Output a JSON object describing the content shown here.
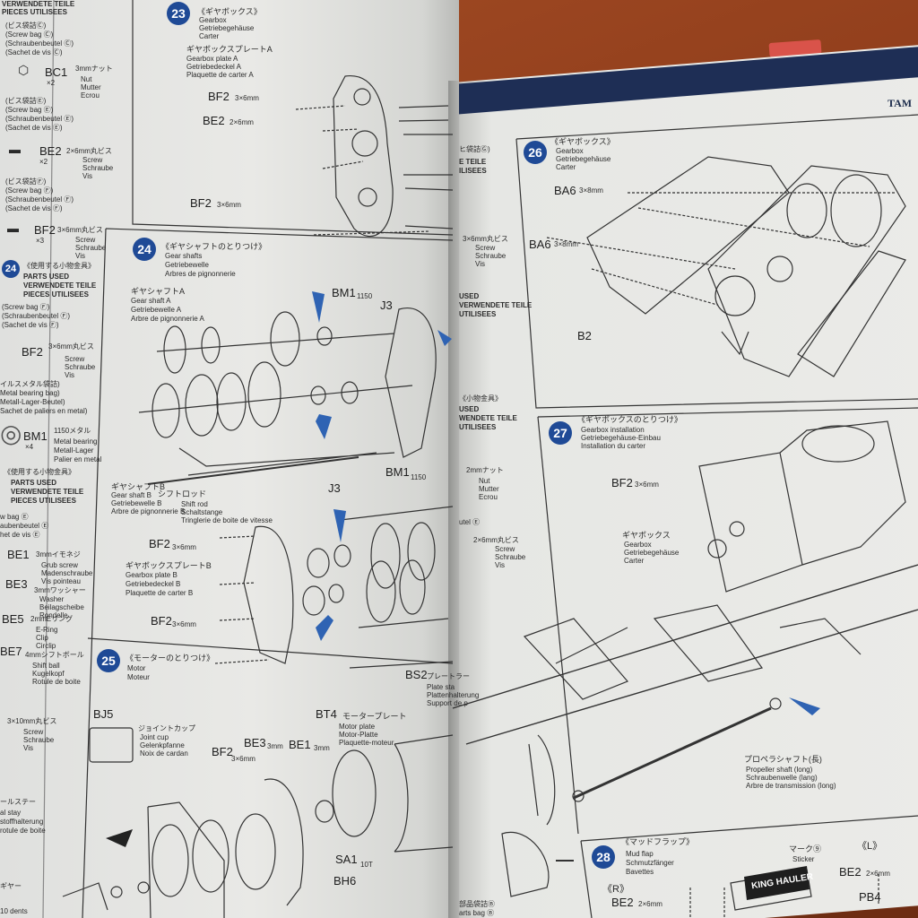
{
  "brand": "TAM",
  "steps": [
    {
      "num": "23",
      "jp": "《ギヤボックス》",
      "lines": [
        "Gearbox",
        "Getriebegehäuse",
        "Carter"
      ]
    },
    {
      "num": "24",
      "jp": "《ギヤシャフトのとりつけ》",
      "lines": [
        "Gear shafts",
        "Getriebewelle",
        "Arbres de pignonnerie"
      ]
    },
    {
      "num": "25",
      "jp": "《モーターのとりつけ》",
      "lines": [
        "Motor",
        "Moteur"
      ]
    },
    {
      "num": "26",
      "jp": "《ギヤボックス》",
      "lines": [
        "Gearbox",
        "Getriebegehäuse",
        "Carter"
      ]
    },
    {
      "num": "27",
      "jp": "《ギヤボックスのとりつけ》",
      "lines": [
        "Gearbox installation",
        "Getriebegehäuse-Einbau",
        "Installation du carter"
      ]
    },
    {
      "num": "28",
      "jp": "《マッドフラップ》",
      "lines": [
        "Mud flap",
        "Schmutzfänger",
        "Bavettes"
      ]
    }
  ],
  "left_column": {
    "header": [
      "VERWENDETE TEILE",
      "PIECES UTILISEES"
    ],
    "bags": [
      "(ビス袋詰Ⓒ)",
      "(Screw bag Ⓒ)",
      "(Schraubenbeutel Ⓒ)",
      "(Sachet de vis Ⓒ)"
    ],
    "bc1": {
      "code": "BC1",
      "qty": "×2",
      "jp": "3mmナット",
      "desc": [
        "Nut",
        "Mutter",
        "Ecrou"
      ]
    },
    "bags_e": [
      "(ビス袋詰Ⓔ)",
      "(Screw bag Ⓔ)",
      "(Schraubenbeutel Ⓔ)",
      "(Sachet de vis Ⓔ)"
    ],
    "be2": {
      "code": "BE2",
      "qty": "×2",
      "jp": "2×6mm丸ビス",
      "desc": [
        "Screw",
        "Schraube",
        "Vis"
      ]
    },
    "bags_f": [
      "(ビス袋詰Ⓕ)",
      "(Screw bag Ⓕ)",
      "(Schraubenbeutel Ⓕ)",
      "(Sachet de vis Ⓕ)"
    ],
    "bf2": {
      "code": "BF2",
      "qty": "×3",
      "jp": "3×6mm丸ビス",
      "desc": [
        "Screw",
        "Schraube",
        "Vis"
      ]
    },
    "parts_used": [
      "《使用する小物金具》",
      "PARTS USED",
      "VERWENDETE TEILE",
      "PIECES UTILISEES"
    ],
    "bm1": {
      "code": "BM1",
      "qty": "×4",
      "jp": "1150メタル",
      "desc": [
        "Metal bearing",
        "Metall-Lager",
        "Palier en metal"
      ]
    },
    "metal_bag": [
      "イルスメタル袋詰)",
      "Metal bearing bag)",
      "Metall-Lager-Beutel)",
      "Sachet de paliers en metal)"
    ],
    "parts_used2": [
      "《使用する小物金具》",
      "PARTS USED",
      "VERWENDETE TEILE",
      "PIECES UTILISEES"
    ],
    "bags2": [
      "w bag Ⓔ",
      "aubenbeutel Ⓔ",
      "het de vis Ⓔ"
    ],
    "be1": {
      "code": "BE1",
      "jp": "3mmイモネジ",
      "desc": [
        "Grub screw",
        "Madenschraube",
        "Vis pointeau"
      ]
    },
    "be3": {
      "code": "BE3",
      "jp": "3mmワッシャー",
      "desc": [
        "Washer",
        "Beilagscheibe",
        "Rondelle"
      ]
    },
    "be5": {
      "code": "BE5",
      "jp": "2mmEリング",
      "desc": [
        "E-Ring",
        "Clip",
        "Circlip"
      ]
    },
    "be7": {
      "code": "BE7",
      "jp": "4mmシフトボール",
      "desc": [
        "Shift ball",
        "Kugelkopf",
        "Rotule de boite"
      ]
    },
    "screw3": {
      "jp": "3×10mm丸ビス",
      "desc": [
        "Screw",
        "Schraube",
        "Vis"
      ]
    },
    "stay": [
      "ールステー",
      "al stay",
      "stoffhalterung",
      "rotule de boite"
    ],
    "gear": "ギヤー",
    "dents": "10 dents"
  },
  "step23": {
    "plate_jp": "ギヤボックスプレートA",
    "plate": [
      "Gearbox plate A",
      "Getriebedeckel A",
      "Plaquette de carter A"
    ],
    "bf2a": "BF2",
    "bf2a_size": "3×6mm",
    "be2": "BE2",
    "be2_size": "2×6mm",
    "bf2b": "BF2",
    "bf2b_size": "3×6mm"
  },
  "step24": {
    "shaftA_jp": "ギヤシャフトA",
    "shaftA": [
      "Gear shaft A",
      "Getriebewelle A",
      "Arbre de pignonnerie A"
    ],
    "bm1": "BM1",
    "bm1_sub": "1150",
    "j3": "J3",
    "shaftB_jp": "ギヤシャフトB",
    "shaftB": [
      "Gear shaft B",
      "Getriebewelle B",
      "Arbre de pignonnerie B"
    ],
    "rod_jp": "シフトロッド",
    "rod": [
      "Shift rod",
      "Schaltstange",
      "Tringlerie de boite de vitesse"
    ],
    "j3b": "J3",
    "bm1b": "BM1",
    "bm1b_sub": "1150",
    "bf2": "BF2",
    "bf2_size": "3×6mm",
    "plateB_jp": "ギヤボックスプレートB",
    "plateB": [
      "Gearbox plate B",
      "Getriebedeckel B",
      "Plaquette de carter B"
    ],
    "bf2c": "BF2",
    "bf2c_size": "3×6mm",
    "bs2": "BS2",
    "bs2_jp": "プレートラー",
    "bs2_desc": [
      "Plate sta",
      "Plattenhalterung",
      "Support de p"
    ]
  },
  "step25": {
    "bj5": "BJ5",
    "bj5_jp": "ジョイントカップ",
    "bj5_desc": [
      "Joint cup",
      "Gelenkpfanne",
      "Noix de cardan"
    ],
    "bt4": "BT4",
    "bt4_jp": "モータープレート",
    "bt4_desc": [
      "Motor plate",
      "Motor-Platte",
      "Plaquette-moteur"
    ],
    "bf2": "BF2",
    "bf2_size": "3×6mm",
    "be3": "BE3",
    "be3_size": "3mm",
    "be1": "BE1",
    "be1_size": "3mm",
    "sa1": "SA1",
    "sa1_sub": "10T",
    "bh6": "BH6"
  },
  "middle_fragments": [
    "ヒ袋詰Ⓖ)",
    "E TEILE",
    "ILISEES",
    "3×6mm丸ビス",
    "Screw",
    "Schraube",
    "Vis",
    "USED",
    "VERWENDETE TEILE",
    "UTILISEES",
    "《小物金具》",
    "USED",
    "WENDETE TEILE",
    "UTILISEES",
    "2mmナット",
    "Nut",
    "Mutter",
    "Ecrou",
    "utel Ⓔ",
    "2×6mm丸ビス",
    "Screw",
    "Schraube",
    "Vis",
    "部品袋詰Ⓑ",
    "arts bag Ⓑ"
  ],
  "step26": {
    "ba6a": "BA6",
    "ba6a_size": "3×8mm",
    "ba6b": "BA6",
    "ba6b_size": "3×8mm",
    "b2": "B2"
  },
  "step27": {
    "bf2": "BF2",
    "bf2_size": "3×6mm",
    "gb_jp": "ギヤボックス",
    "gb": [
      "Gearbox",
      "Getriebegehäuse",
      "Carter"
    ],
    "prop_jp": "プロペラシャフト(長)",
    "prop": [
      "Propeller shaft (long)",
      "Schraubenwelle (lang)",
      "Arbre de transmission (long)"
    ]
  },
  "step28": {
    "mark": "マーク⑨",
    "sticker": "Sticker",
    "l": "《L》",
    "r": "《R》",
    "be2": "BE2",
    "be2_size": "2×6mm",
    "be2b": "BE2",
    "be2b_size": "2×6mm",
    "pb4": "PB4",
    "sticker_text": "KING HAULER"
  },
  "colors": {
    "accent": "#1f4a96",
    "table": "#8b3a19",
    "band": "#1e2e55"
  }
}
